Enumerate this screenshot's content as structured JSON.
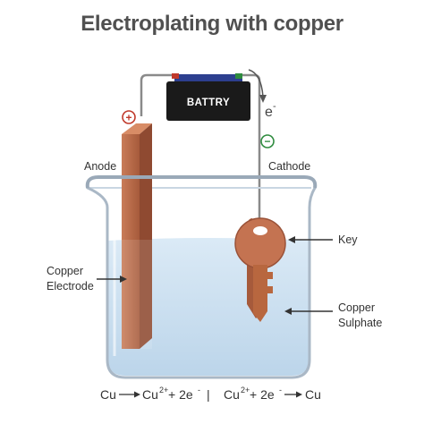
{
  "title": "Electroplating with copper",
  "battery": {
    "label": "BATTRY"
  },
  "electron": {
    "symbol": "e",
    "charge": "-"
  },
  "terminals": {
    "positive": "+",
    "negative": "−"
  },
  "labels": {
    "anode": "Anode",
    "cathode": "Cathode",
    "key": "Key",
    "copper_electrode_line1": "Copper",
    "copper_electrode_line2": "Electrode",
    "copper_sulphate_line1": "Copper",
    "copper_sulphate_line2": "Sulphate"
  },
  "equations": {
    "anode": {
      "reactant": "Cu",
      "product": "Cu",
      "product_charge": "2+",
      "electrons": "+ 2e",
      "electron_charge": "-"
    },
    "separator": "|",
    "cathode": {
      "reactant": "Cu",
      "reactant_charge": "2+",
      "electrons": "+ 2e",
      "electron_charge": "-",
      "product": "Cu"
    }
  },
  "colors": {
    "copper": "#b86a48",
    "copper_dark": "#9a5238",
    "solution": "#cfe3f2",
    "battery": "#1a1a1a",
    "battery_cap": "#2d3f8f",
    "positive": "#c0392b",
    "negative": "#2e8b3e",
    "wire": "#8a8a8a"
  }
}
